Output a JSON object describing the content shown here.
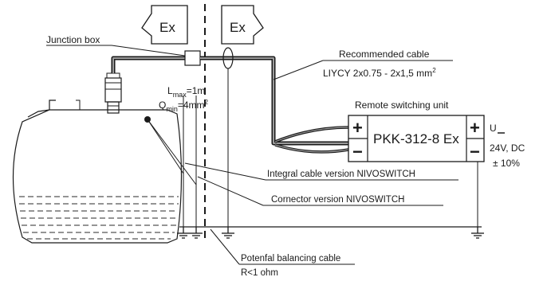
{
  "labels": {
    "junction_box": "Junction box",
    "ex_left": "Ex",
    "ex_right": "Ex",
    "recommended_cable": "Recommended cable",
    "cable_spec_main": "LIYCY 2x0.75 - 2x1,5 mm",
    "cable_spec_sup": "2",
    "remote_unit": "Remote switching unit",
    "device_name": "PKK-312-8 Ex",
    "plus": "+",
    "minus": "−",
    "supply_u": "U",
    "supply_voltage": "24V, DC",
    "supply_tolerance": "± 10%",
    "lmax_main": "L",
    "lmax_sub": "max",
    "lmax_value": "=1m",
    "qmin_main": "Q",
    "qmin_sub": "min",
    "qmin_value": "=4mm",
    "qmin_sup": "2",
    "integral_cable": "Integral cable version NIVOSWITCH",
    "connector_version": "Cornector version NIVOSWITCH",
    "balancing_cable": "Potenfal balancing cable",
    "balancing_r": "R<1 ohm"
  },
  "colors": {
    "line": "#1a1a1a",
    "cable_gray": "#9a9a9a",
    "hatch": "#555555"
  }
}
